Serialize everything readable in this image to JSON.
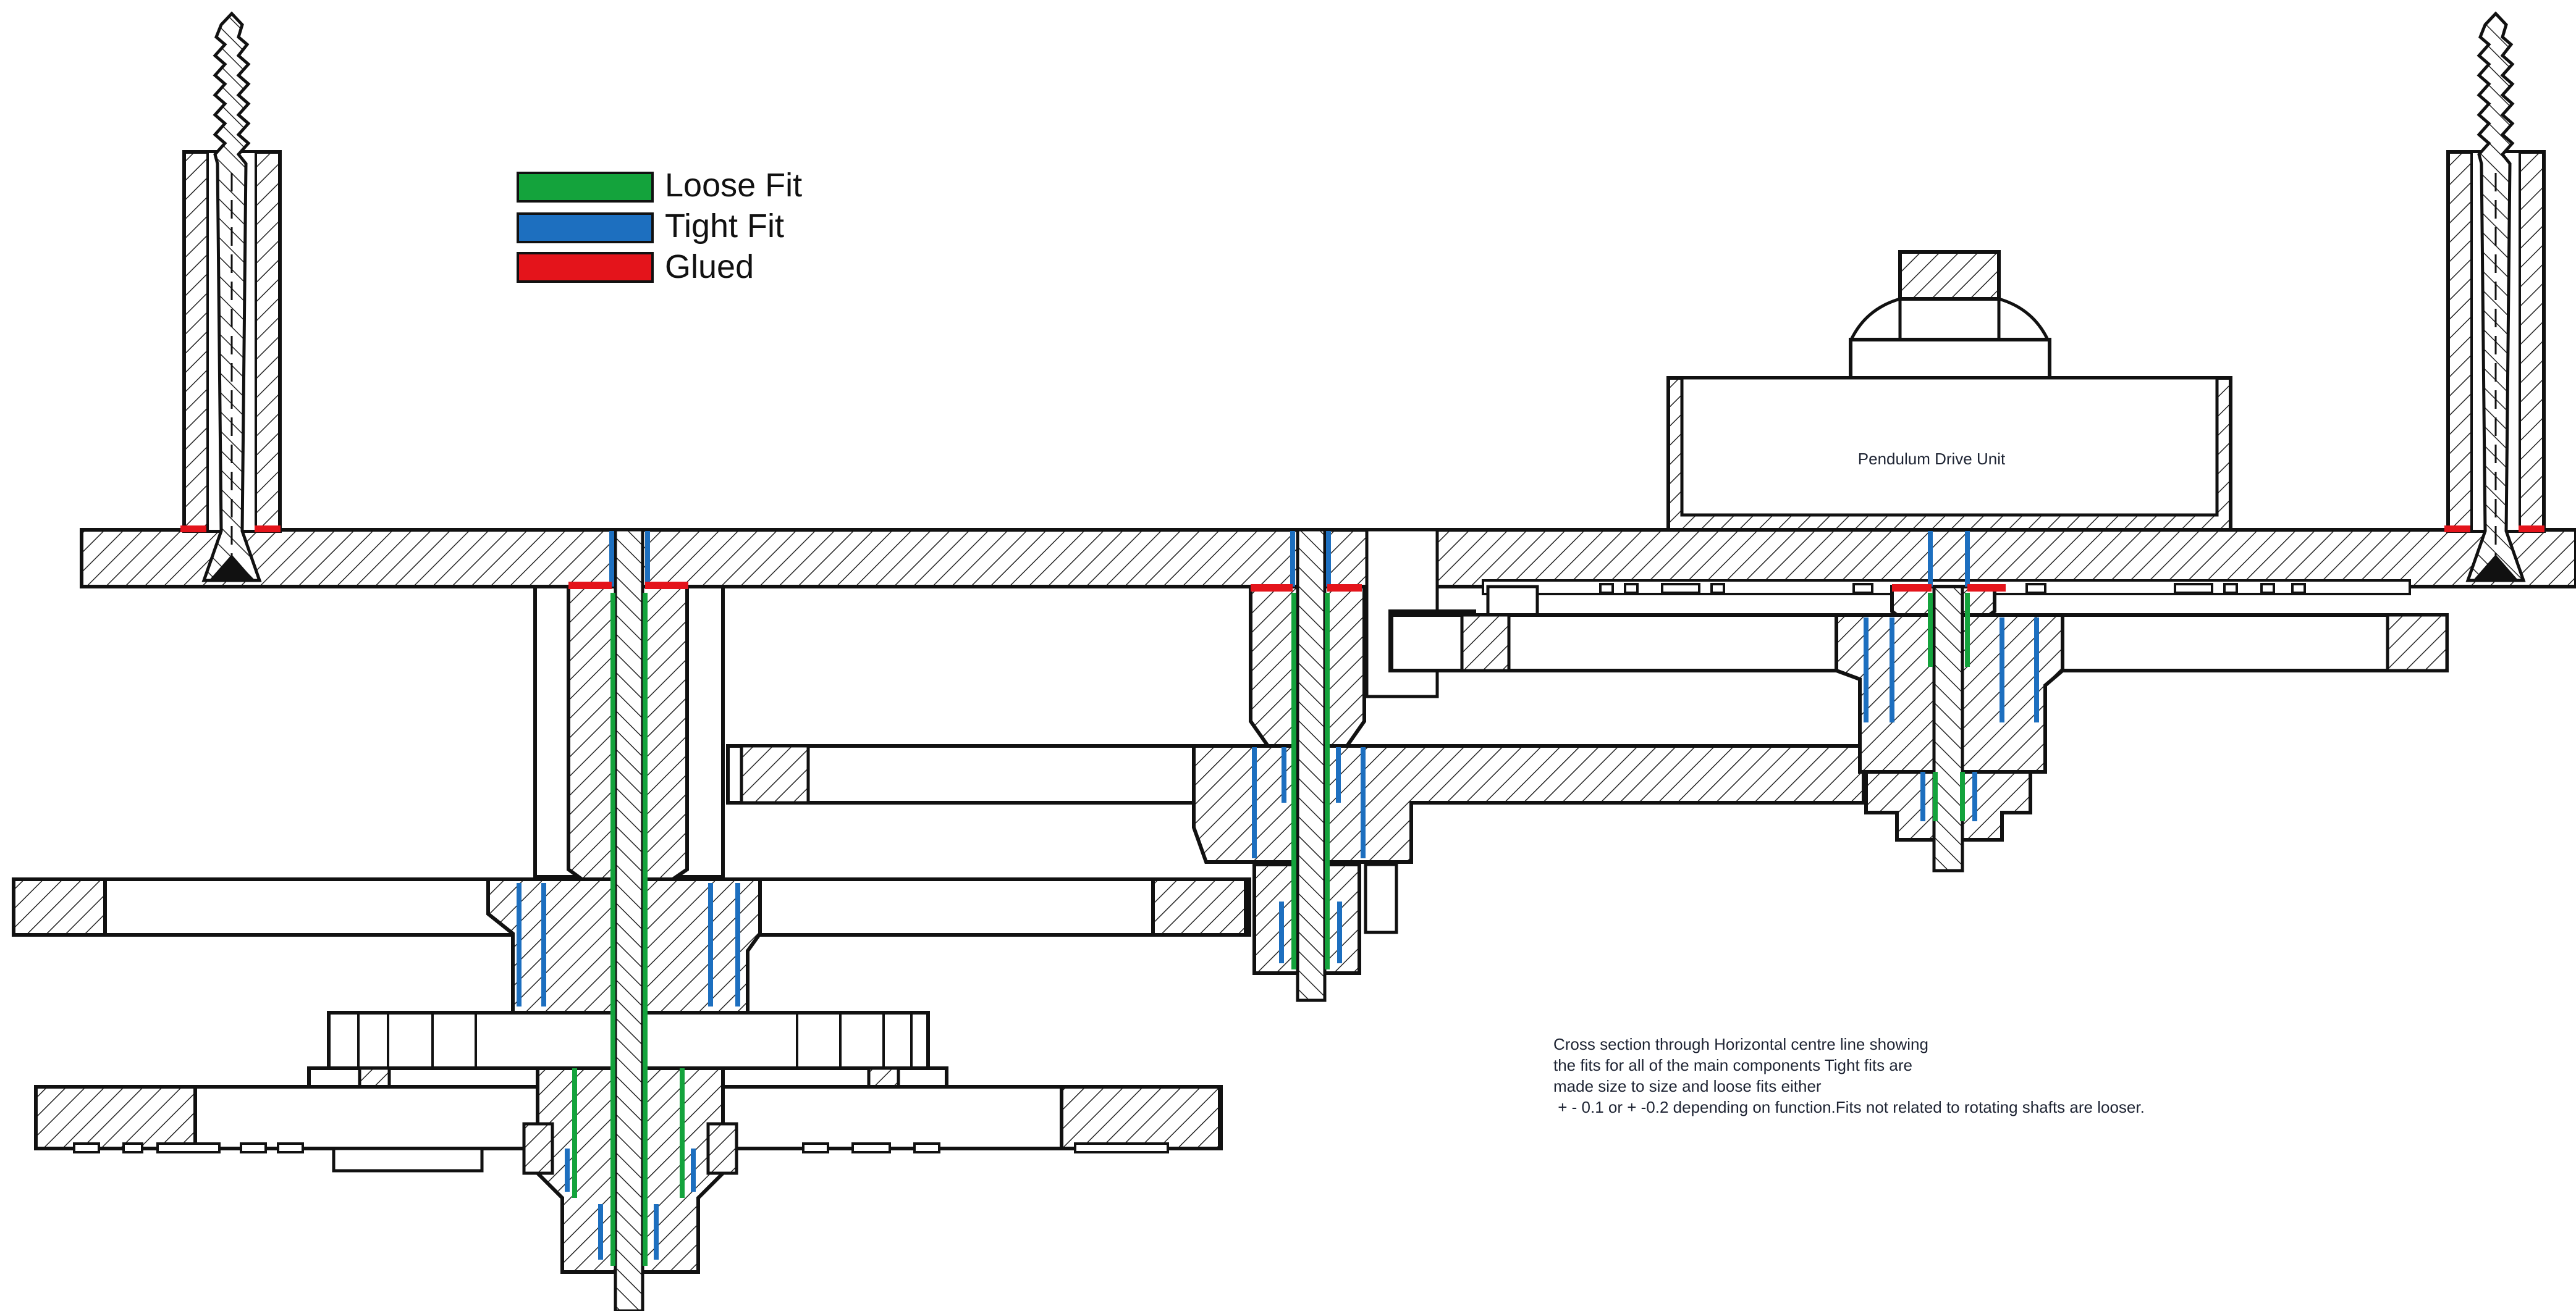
{
  "legend": {
    "items": [
      {
        "label": "Loose Fit",
        "color": "#14a33c"
      },
      {
        "label": "Tight Fit",
        "color": "#1d6fbf"
      },
      {
        "label": "Glued",
        "color": "#e4141b"
      }
    ]
  },
  "labels": {
    "pendulum_unit": "Pendulum Drive Unit"
  },
  "note": {
    "lines": [
      "Cross section through Horizontal centre line showing",
      "the fits for all of the main components Tight fits are",
      "made size to size and loose fits either",
      " + - 0.1 or + -0.2 depending on function.Fits not related to rotating shafts are looser."
    ]
  },
  "colors": {
    "outline": "#111111",
    "hatch": "#222222",
    "background": "#ffffff",
    "text": "#1e2433"
  }
}
